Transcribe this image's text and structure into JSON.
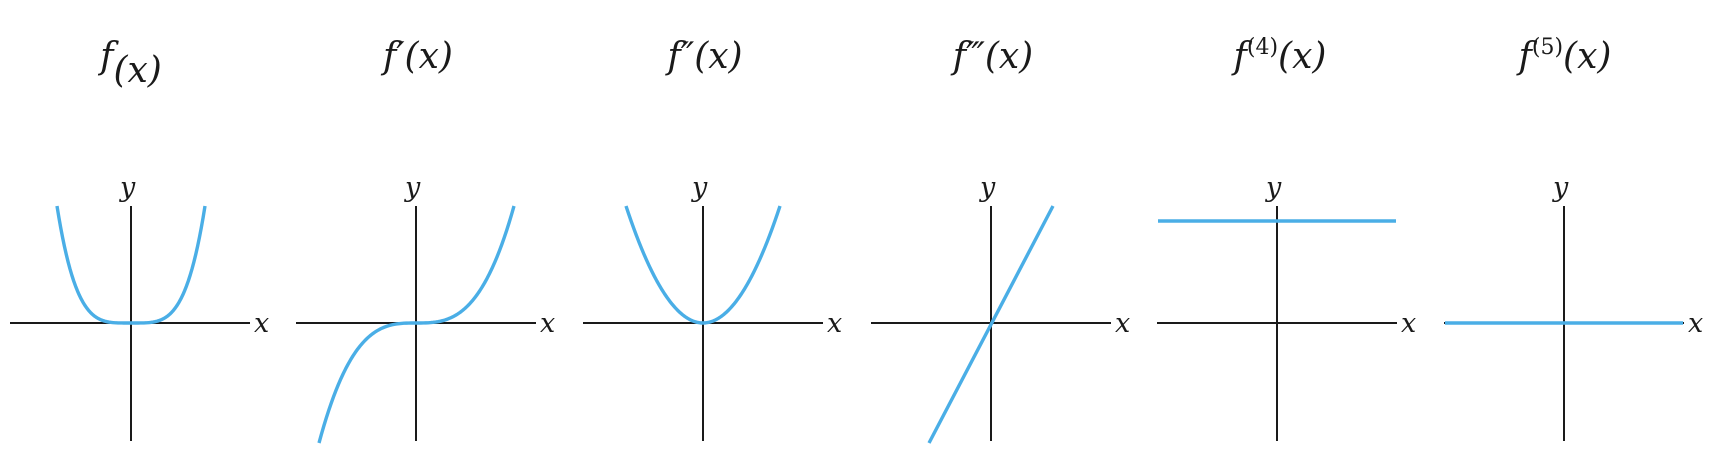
{
  "colors": {
    "curve": "#4aaee6",
    "axis": "#1a1a1a"
  },
  "panels": [
    {
      "title": "f(x)",
      "title_base": "f",
      "title_order": "",
      "title_arg": "(x)",
      "curve": "x^4",
      "axis_x": "x",
      "axis_y": "y"
    },
    {
      "title": "f′(x)",
      "title_base": "f",
      "title_order": "′",
      "title_arg": "(x)",
      "curve": "x^3",
      "axis_x": "x",
      "axis_y": "y"
    },
    {
      "title": "f″(x)",
      "title_base": "f",
      "title_order": "″",
      "title_arg": "(x)",
      "curve": "x^2",
      "axis_x": "x",
      "axis_y": "y"
    },
    {
      "title": "f‴(x)",
      "title_base": "f",
      "title_order": "‴",
      "title_arg": "(x)",
      "curve": "x",
      "axis_x": "x",
      "axis_y": "y"
    },
    {
      "title": "f(4)(x)",
      "title_base": "f",
      "title_order": "(4)",
      "title_arg": "(x)",
      "curve": "constant",
      "axis_x": "x",
      "axis_y": "y"
    },
    {
      "title": "f(5)(x)",
      "title_base": "f",
      "title_order": "(5)",
      "title_arg": "(x)",
      "curve": "zero",
      "axis_x": "x",
      "axis_y": "y"
    }
  ]
}
